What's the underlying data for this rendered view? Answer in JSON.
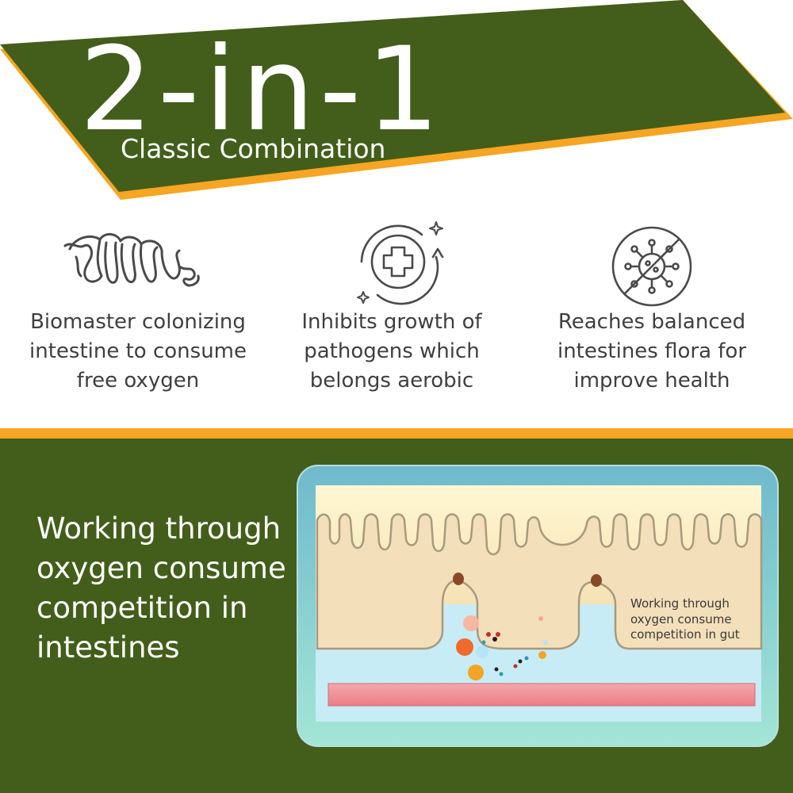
{
  "header": {
    "title": "2-in-1",
    "subtitle": "Classic Combination"
  },
  "features": [
    {
      "icon": "intestine-icon",
      "text": "Biomaster colonizing intestine to consume free oxygen"
    },
    {
      "icon": "medical-cross-icon",
      "text": "Inhibits growth of pathogens which belongs aerobic"
    },
    {
      "icon": "no-virus-icon",
      "text": "Reaches balanced intestines flora for improve health"
    }
  ],
  "mechanism": {
    "heading": "Working through oxygen consume competition in intestines",
    "diagram_label": "Working through oxygen consume competition in gut"
  },
  "colors": {
    "brand_green": "#425e1a",
    "accent_orange": "#f6a623",
    "icon_gray": "#4a4a4a",
    "text_gray": "#3f3f3f",
    "diagram_frame": "#7cc4d4",
    "tissue": "#f3dfba",
    "lumen": "#c6ecf6",
    "vessel": "#ee8d92"
  }
}
